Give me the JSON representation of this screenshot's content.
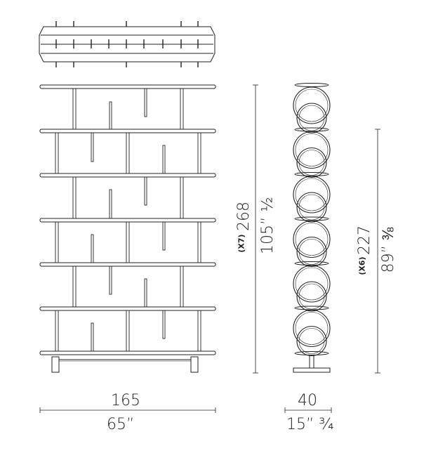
{
  "dimensions": {
    "width": {
      "cm": "165",
      "inch": "65”"
    },
    "depth": {
      "cm": "40",
      "inch": "15” ¾"
    },
    "height_total": {
      "count": "(X7)",
      "cm": "268",
      "inch": "105” ½"
    },
    "height_shelves": {
      "count": "(X6)",
      "cm": "227",
      "inch": "89” ⅜"
    }
  }
}
